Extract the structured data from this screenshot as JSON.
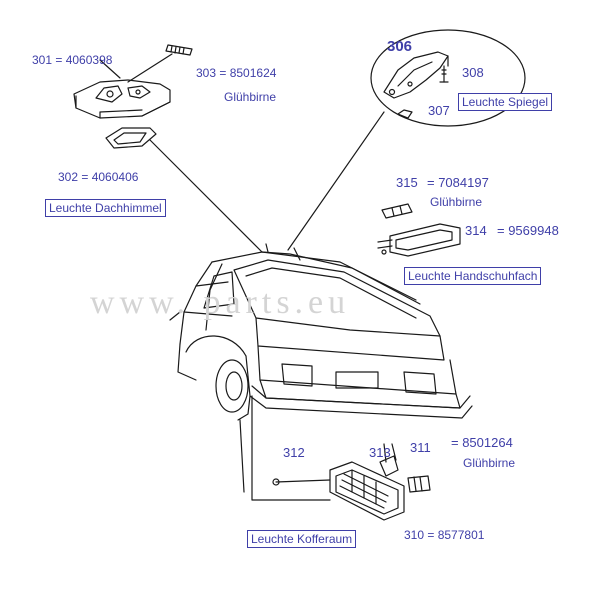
{
  "labels": {
    "p301": "301 = 4060398",
    "p303_num": "303 = 8501624",
    "p303_desc": "Glühbirne",
    "p302": "302 = 4060406",
    "p306": "306",
    "p308": "308",
    "p307": "307",
    "p315_num": "315",
    "p315_val": "= 7084197",
    "p315_desc": "Glühbirne",
    "p314_num": "314",
    "p314_val": "= 9569948",
    "p312": "312",
    "p313": "313",
    "p311_num": "311",
    "p311_val": "= 8501264",
    "p311_desc": "Glühbirne",
    "p310": "310 = 8577801"
  },
  "boxes": {
    "dachhimmel": "Leuchte Dachhimmel",
    "spiegel": "Leuchte Spiegel",
    "handschuhfach": "Leuchte Handschuhfach",
    "kofferaum": "Leuchte Kofferaum"
  },
  "watermark": "www.    parts.eu",
  "colors": {
    "label": "#3f3fa8",
    "line": "#1a1a1a",
    "watermark": "#d4d4d4"
  }
}
